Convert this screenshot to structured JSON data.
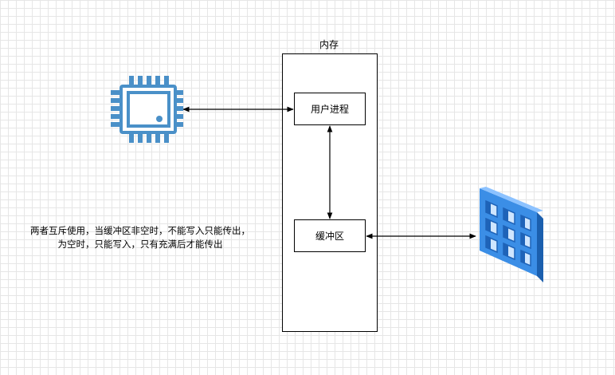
{
  "diagram": {
    "memory_label": "内存",
    "user_process_label": "用户进程",
    "buffer_label": "缓冲区",
    "note_line1": "两者互斥使用，当缓冲区非空时，不能写入只能传出，",
    "note_line2": "为空时，只能写入，只有充满后才能传出"
  },
  "icons": {
    "cpu": "cpu-chip-icon",
    "device": "window-panel-icon"
  },
  "colors": {
    "cpu_blue": "#4a90c8",
    "device_blue": "#2f7fd1",
    "device_light": "#a9d2ff",
    "stroke": "#000000"
  }
}
